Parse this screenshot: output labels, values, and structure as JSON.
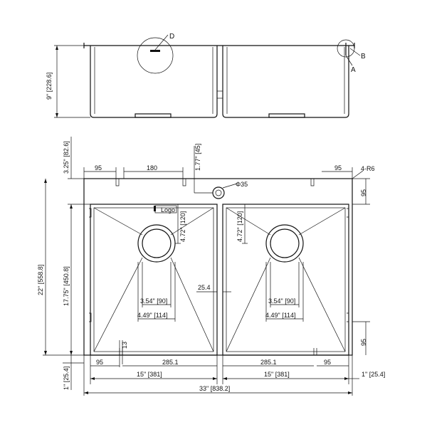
{
  "elevation": {
    "height_dim": "9\" [228.6]",
    "callout_d": "D",
    "callout_a": "A",
    "callout_b": "B"
  },
  "plan": {
    "top_flange": "3.25\" [82.6]",
    "overall_depth": "22\" [558.8]",
    "bowl_depth": "17.75\" [450.8]",
    "bottom_flange": "1\" [25.4]",
    "left_95": "95",
    "clip_180": "180",
    "faucet_offset": "1.77\" [45]",
    "right_95": "95",
    "corner_radius": "4-R6",
    "faucet_hole": "Φ35",
    "right_95_top": "95",
    "right_95_bottom": "95",
    "logo": "Logo",
    "drain_offset_left": "4.72\" [120]",
    "drain_offset_right": "4.72\" [120]",
    "divider": "25.4",
    "drain_inner_left": "3.54\" [90]",
    "drain_outer_left": "4.49\" [114]",
    "drain_inner_right": "3.54\" [90]",
    "drain_outer_right": "4.49\" [114]",
    "small_13": "13",
    "bottom_left_95": "95",
    "bowl_left_mm": "285.1",
    "bowl_right_mm": "285.1",
    "bottom_right_95": "95",
    "bowl_left_in": "15\" [381]",
    "bowl_right_in": "15\" [381]",
    "right_flange": "1\" [25.4]",
    "overall_width": "33\" [838.2]"
  }
}
